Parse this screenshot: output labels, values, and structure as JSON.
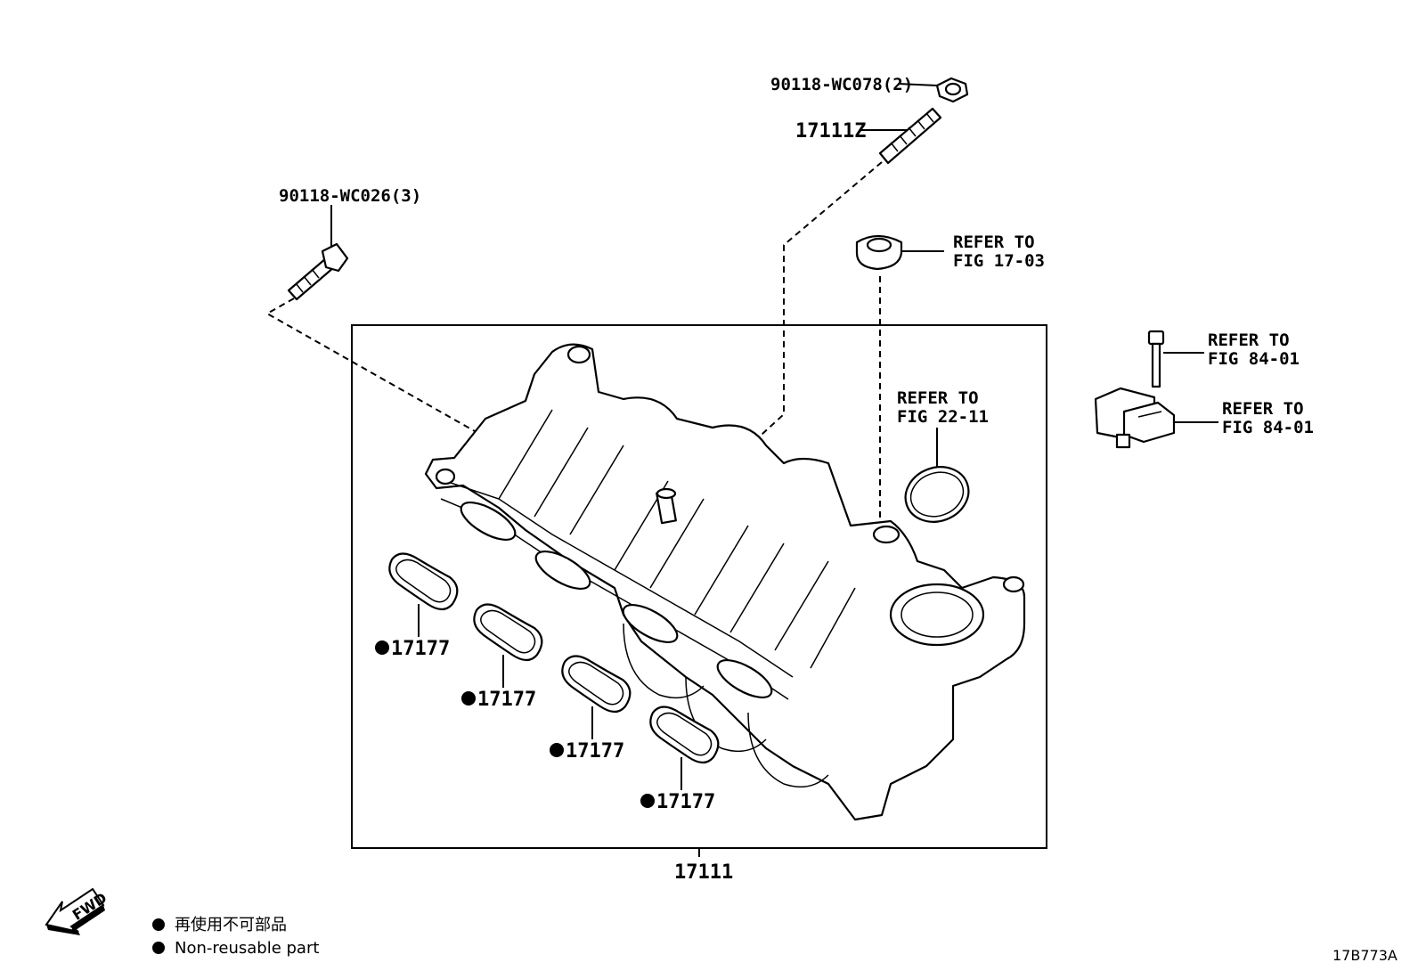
{
  "callouts": {
    "nut_top": "90118-WC078(2)",
    "stud": "17111Z",
    "bolt_left": "90118-WC026(3)",
    "refer_17_03_a": "REFER TO",
    "refer_17_03_b": "FIG 17-03",
    "refer_22_11_a": "REFER TO",
    "refer_22_11_b": "FIG 22-11",
    "refer_84_01_bolt_a": "REFER TO",
    "refer_84_01_bolt_b": "FIG 84-01",
    "refer_84_01_sensor_a": "REFER TO",
    "refer_84_01_sensor_b": "FIG 84-01",
    "gasket_1": "17177",
    "gasket_2": "17177",
    "gasket_3": "17177",
    "gasket_4": "17177",
    "manifold": "17111"
  },
  "legend": {
    "japanese": "再使用不可部品",
    "english": "Non-reusable part"
  },
  "fwd_label": "FWD",
  "diagram_code": "17B773A"
}
